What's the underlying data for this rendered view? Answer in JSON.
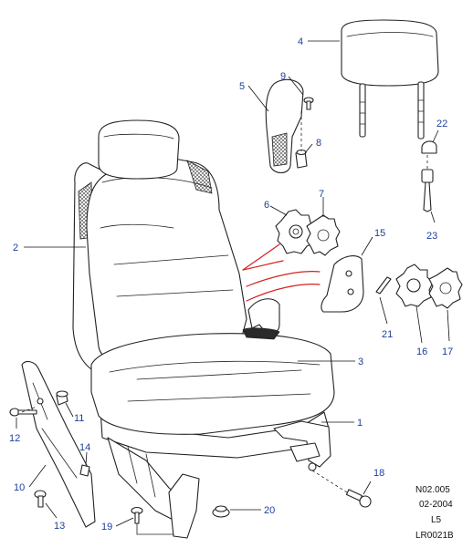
{
  "callouts": {
    "c1": "1",
    "c2": "2",
    "c3": "3",
    "c4": "4",
    "c5": "5",
    "c6": "6",
    "c7": "7",
    "c8": "8",
    "c9": "9",
    "c10": "10",
    "c11": "11",
    "c12": "12",
    "c13": "13",
    "c14": "14",
    "c15": "15",
    "c16": "16",
    "c17": "17",
    "c18": "18",
    "c19": "19",
    "c20": "20",
    "c21": "21",
    "c22": "22",
    "c23": "23"
  },
  "reference": {
    "code": "N02.005",
    "date": "02-2004",
    "level": "L5",
    "drawing_id": "LR0021B"
  },
  "colors": {
    "callout": "#1d3f9a",
    "line": "#222222",
    "highlight": "#d62020"
  }
}
